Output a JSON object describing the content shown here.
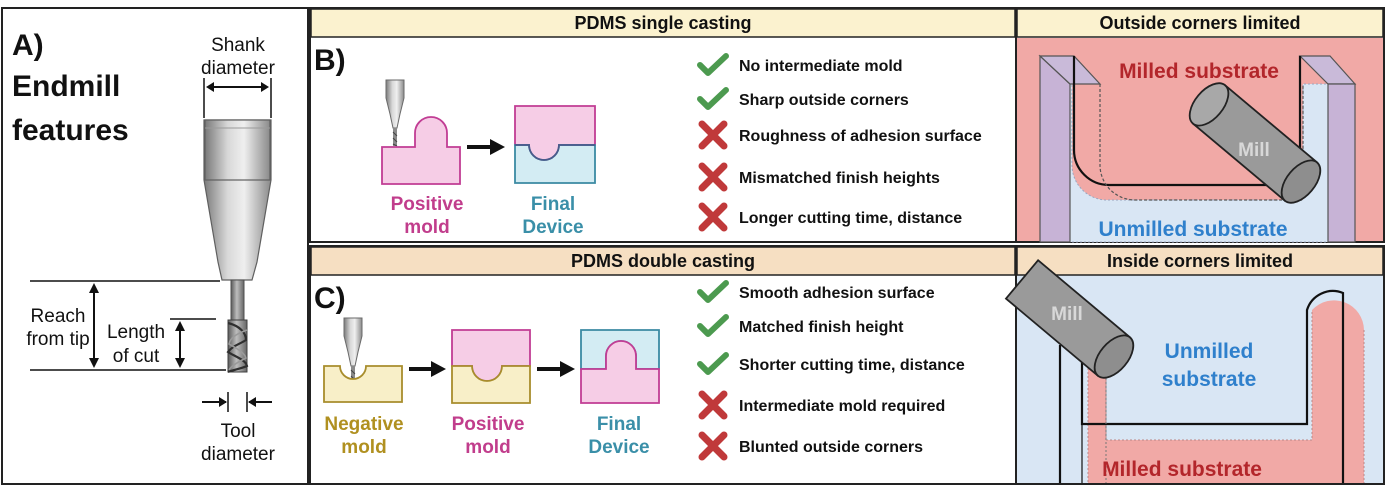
{
  "panel_a": {
    "letter": "A)",
    "title_line1": "Endmill",
    "title_line2": "features",
    "shank_line1": "Shank",
    "shank_line2": "diameter",
    "reach_line1": "Reach",
    "reach_line2": "from tip",
    "cut_line1": "Length",
    "cut_line2": "of cut",
    "tool_line1": "Tool",
    "tool_line2": "diameter"
  },
  "panel_b": {
    "letter": "B)",
    "header": "PDMS single casting",
    "positive_line1": "Positive",
    "positive_line2": "mold",
    "final_line1": "Final",
    "final_line2": "Device",
    "items": [
      {
        "status": "pro",
        "text": "No intermediate mold"
      },
      {
        "status": "pro",
        "text": "Sharp outside corners"
      },
      {
        "status": "con",
        "text": "Roughness of adhesion surface"
      },
      {
        "status": "con",
        "text": "Mismatched finish heights"
      },
      {
        "status": "con",
        "text": "Longer cutting time, distance"
      }
    ]
  },
  "panel_c": {
    "letter": "C)",
    "header": "PDMS double casting",
    "negative_line1": "Negative",
    "negative_line2": "mold",
    "positive_line1": "Positive",
    "positive_line2": "mold",
    "final_line1": "Final",
    "final_line2": "Device",
    "items": [
      {
        "status": "pro",
        "text": "Smooth adhesion surface"
      },
      {
        "status": "pro",
        "text": "Matched finish height"
      },
      {
        "status": "pro",
        "text": "Shorter cutting time, distance"
      },
      {
        "status": "con",
        "text": "Intermediate mold required"
      },
      {
        "status": "con",
        "text": "Blunted outside corners"
      }
    ]
  },
  "panel_outside": {
    "header": "Outside corners limited",
    "milled": "Milled substrate",
    "mill": "Mill",
    "unmilled": "Unmilled substrate"
  },
  "panel_inside": {
    "header": "Inside corners limited",
    "mill": "Mill",
    "unmilled_line1": "Unmilled",
    "unmilled_line2": "substrate",
    "milled": "Milled substrate"
  },
  "colors": {
    "header_b": "#fbf2cf",
    "header_c": "#f6dfc2",
    "pink": "#f6cde6",
    "pink_stroke": "#c13d94",
    "blue": "#d3ecf3",
    "blue_stroke": "#3b8aa3",
    "yellow": "#f8efc8",
    "yellow_stroke": "#a88d2c",
    "label_pink": "#c13d8c",
    "label_blue": "#3a8fa8",
    "label_yellow": "#b09020",
    "check": "#4c9a4f",
    "cross": "#c0393a",
    "milled_bg": "#f1a9a6",
    "unmilled_bg": "#d9e6f4",
    "milled_text": "#b3262b",
    "unmilled_text": "#2f80cc"
  }
}
